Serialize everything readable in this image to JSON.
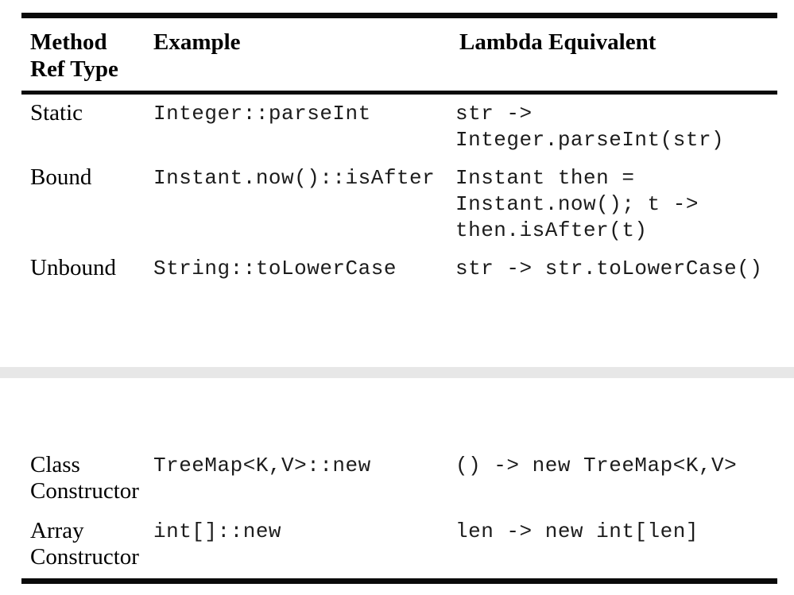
{
  "table": {
    "headers": {
      "method_ref_type": "Method\nRef Type",
      "example": "Example",
      "lambda_equivalent": "Lambda Equivalent"
    },
    "rows_top": [
      {
        "type": "Static",
        "example": "Integer::parseInt",
        "lambda": "str ->\nInteger.parseInt(str)"
      },
      {
        "type": "Bound",
        "example": "Instant.now()::isAfter",
        "lambda": "Instant then =\nInstant.now(); t ->\nthen.isAfter(t)"
      },
      {
        "type": "Unbound",
        "example": "String::toLowerCase",
        "lambda": "str -> str.toLowerCase()"
      }
    ],
    "rows_bottom": [
      {
        "type": "Class\nConstructor",
        "example": "TreeMap<K,V>::new",
        "lambda": "() -> new TreeMap<K,V>"
      },
      {
        "type": "Array\nConstructor",
        "example": "int[]::new",
        "lambda": "len -> new int[len]"
      }
    ]
  },
  "colors": {
    "rule": "#0a0a0a",
    "page_gap_band": "#e7e7e7",
    "background": "#ffffff",
    "text": "#000000"
  }
}
